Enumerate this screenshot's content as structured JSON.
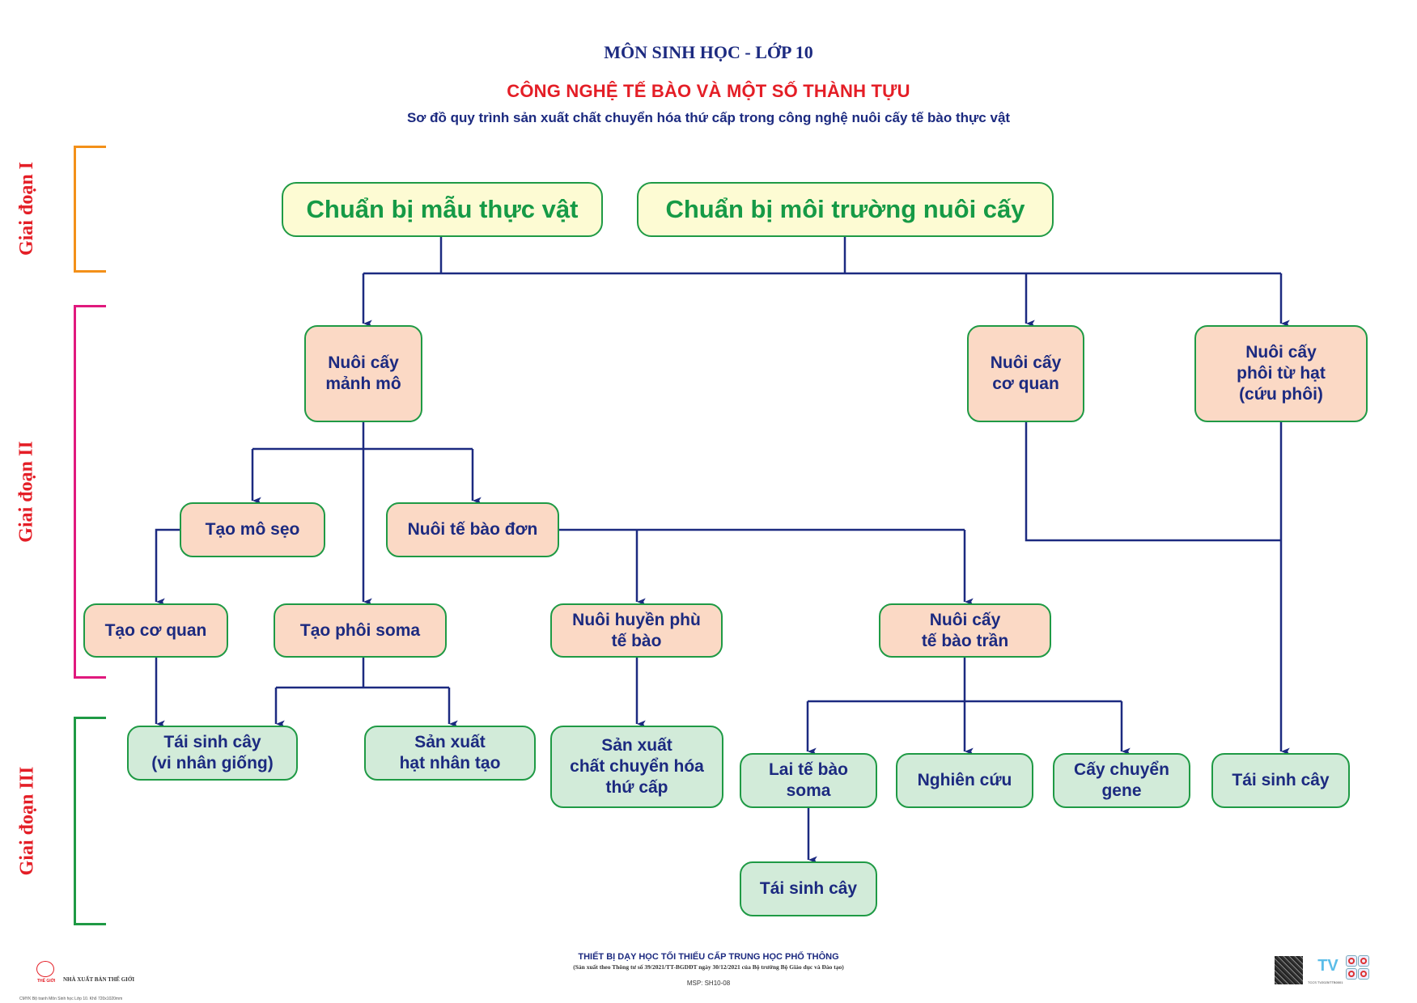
{
  "header": {
    "subject": "MÔN SINH HỌC - LỚP 10",
    "heading": "CÔNG NGHỆ TẾ BÀO VÀ MỘT SỐ THÀNH TỰU",
    "subtitle": "Sơ đồ quy trình sản xuất chất chuyển hóa thứ cấp trong công nghệ nuôi cấy tế bào thực vật"
  },
  "colors": {
    "navy": "#1c2a80",
    "red": "#e41e26",
    "green_border": "#1f9a45",
    "stage1_bracket": "#f39019",
    "stage2_bracket": "#e0197d",
    "stage3_bracket": "#1f9a45",
    "top_box_fill": "#fdfbd3",
    "mid_box_fill": "#fbd9c5",
    "out_box_fill": "#d2ebd9"
  },
  "stages": [
    {
      "label": "Giai đoạn I"
    },
    {
      "label": "Giai đoạn II"
    },
    {
      "label": "Giai đoạn III"
    }
  ],
  "nodes": {
    "prep_sample": "Chuẩn bị mẫu thực vật",
    "prep_medium": "Chuẩn bị môi trường nuôi cấy",
    "tissue_culture": "Nuôi cấy\nmảnh mô",
    "organ_culture": "Nuôi cấy\ncơ quan",
    "embryo_rescue": "Nuôi cấy\nphôi từ hạt\n(cứu phôi)",
    "callus": "Tạo mô sẹo",
    "single_cell": "Nuôi tế bào đơn",
    "organogenesis": "Tạo cơ quan",
    "somatic_embryo": "Tạo phôi soma",
    "suspension": "Nuôi huyền phù\ntế bào",
    "protoplast": "Nuôi cấy\ntế bào trần",
    "regen_micro": "Tái sinh cây\n(vi nhân giống)",
    "artificial_seed": "Sản xuất\nhạt nhân tạo",
    "secondary_metab": "Sản xuất\nchất chuyển hóa\nthứ cấp",
    "somatic_hybrid": "Lai tế bào\nsoma",
    "research": "Nghiên cứu",
    "gene_transfer": "Cấy chuyển\ngene",
    "regen_right": "Tái sinh cây",
    "regen_bottom": "Tái sinh cây"
  },
  "footer": {
    "line1": "THIẾT BỊ DẠY HỌC TỐI THIỂU CẤP TRUNG HỌC PHỔ THÔNG",
    "line2": "(Sản xuất theo Thông tư số 39/2021/TT-BGDĐT ngày 30/12/2021 của Bộ trưởng Bộ Giáo dục và Đào tạo)",
    "code": "MSP: SH10-08",
    "publisher": "NHÀ XUẤT BẢN THẾ GIỚI",
    "logo_text": "THẾ GIỚI",
    "print_line": "CMYK  Bộ tranh Môn Sinh học Lớp 10. Khổ 720x1020mm",
    "tv_logo": "TV",
    "tv_code": "TCCS TV2025/TTB0001"
  }
}
